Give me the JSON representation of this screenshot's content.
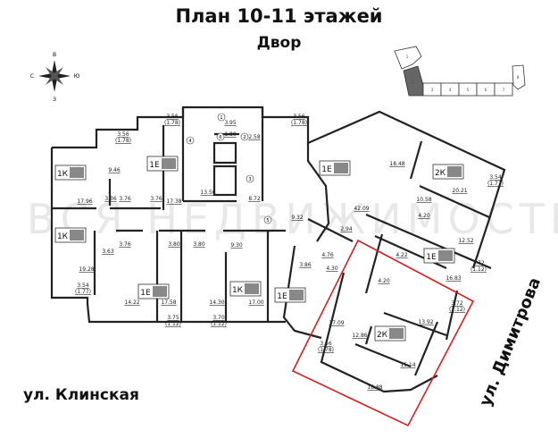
{
  "header": {
    "title": "План 10-11 этажей",
    "subtitle": "Двор"
  },
  "streets": {
    "bottom_left": "ул. Клинская",
    "right": "ул. Димитрова"
  },
  "watermark": "ВСЯ НЕДВИЖИМОСТЬ",
  "compass": {
    "top": "В",
    "left": "С",
    "right": "Ю",
    "bottom": "З"
  },
  "key_plan": {
    "sections": [
      "1",
      "2",
      "3",
      "4",
      "5",
      "6",
      "7",
      "8"
    ],
    "highlighted_section": "2"
  },
  "apartments": [
    "1К",
    "1Е",
    "1К",
    "1Е",
    "1К",
    "1Е",
    "2К",
    "1Е",
    "1Е",
    "2К"
  ],
  "room_areas": [
    "3.56\n(1.78)",
    "3.56\n(1.78)",
    "3.95",
    "1.80",
    "2.58",
    "9.46",
    "3.36",
    "3.76",
    "3.76",
    "17.96",
    "17.38",
    "13.56",
    "8.72",
    "3.76",
    "3.63",
    "3.80",
    "3.80",
    "9.30",
    "19.28",
    "3.54\n(1.77)",
    "14.22",
    "17.58",
    "14.30",
    "17.00",
    "3.75\n(1.12)",
    "3.70\n(1.12)",
    "3.56\n(1.78)",
    "18.48",
    "3.54\n(1.77)",
    "20.21",
    "10.58",
    "42.09",
    "9.32",
    "4.20",
    "2.94",
    "12.52",
    "4.76",
    "4.22",
    "3.72\n(1.12)",
    "3.86",
    "4.30",
    "16.83",
    "4.20",
    "3.72\n(1.12)",
    "37.09",
    "12.86",
    "13.92",
    "15.14",
    "3.56\n(1.78)",
    "18.88"
  ],
  "common_area_numbers": [
    "1",
    "4",
    "6",
    "2",
    "3",
    "5"
  ],
  "colors": {
    "selection": "#d42020",
    "wall": "#222222",
    "key_highlight": "#666666"
  }
}
